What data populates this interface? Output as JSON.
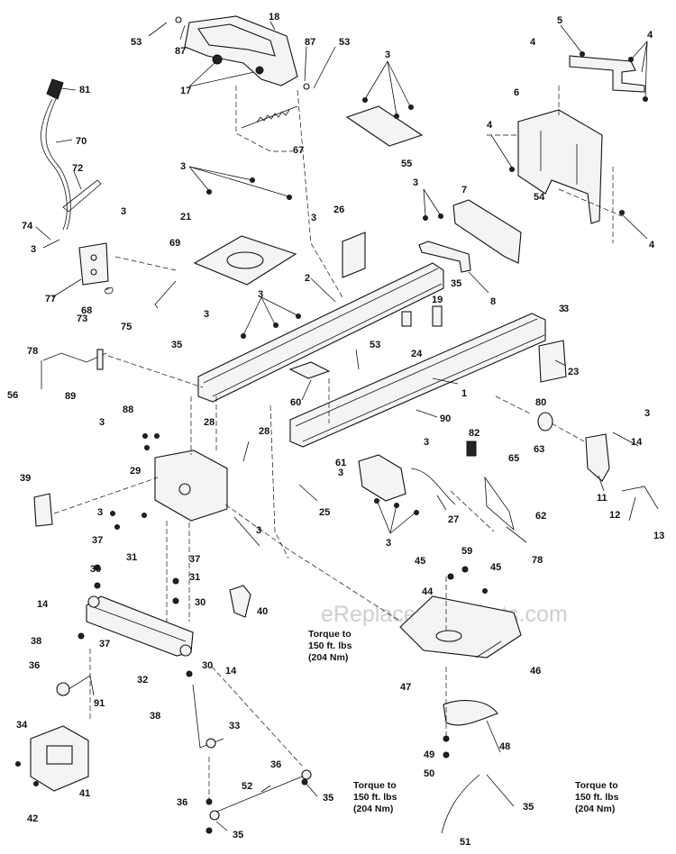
{
  "watermark": "eReplacementParts.com",
  "torque_notes": [
    {
      "line1": "Torque to",
      "line2": "150 ft. lbs",
      "line3": "(204 Nm)"
    },
    {
      "line1": "Torque to",
      "line2": "150 ft. lbs",
      "line3": "(204 Nm)"
    },
    {
      "line1": "Torque to",
      "line2": "150 ft. lbs",
      "line3": "(204 Nm)"
    }
  ],
  "callouts": [
    "53",
    "87",
    "18",
    "87",
    "53",
    "17",
    "67",
    "81",
    "70",
    "72",
    "74",
    "3",
    "77",
    "68",
    "3",
    "21",
    "3",
    "69",
    "35",
    "3",
    "3",
    "26",
    "3",
    "55",
    "3",
    "5",
    "4",
    "4",
    "6",
    "4",
    "7",
    "54",
    "3",
    "4",
    "2",
    "8",
    "19",
    "24",
    "35",
    "3",
    "73",
    "75",
    "78",
    "56",
    "89",
    "88",
    "60",
    "53",
    "1",
    "3",
    "23",
    "3",
    "3",
    "28",
    "28",
    "29",
    "3",
    "3",
    "3",
    "61",
    "90",
    "3",
    "80",
    "82",
    "63",
    "14",
    "11",
    "65",
    "62",
    "12",
    "13",
    "27",
    "78",
    "25",
    "3",
    "39",
    "37",
    "31",
    "30",
    "37",
    "31",
    "30",
    "40",
    "14",
    "38",
    "36",
    "37",
    "91",
    "34",
    "32",
    "30",
    "14",
    "38",
    "33",
    "41",
    "42",
    "45",
    "59",
    "45",
    "44",
    "46",
    "47",
    "48",
    "49",
    "50",
    "36",
    "52",
    "36",
    "35",
    "35",
    "35",
    "51"
  ]
}
